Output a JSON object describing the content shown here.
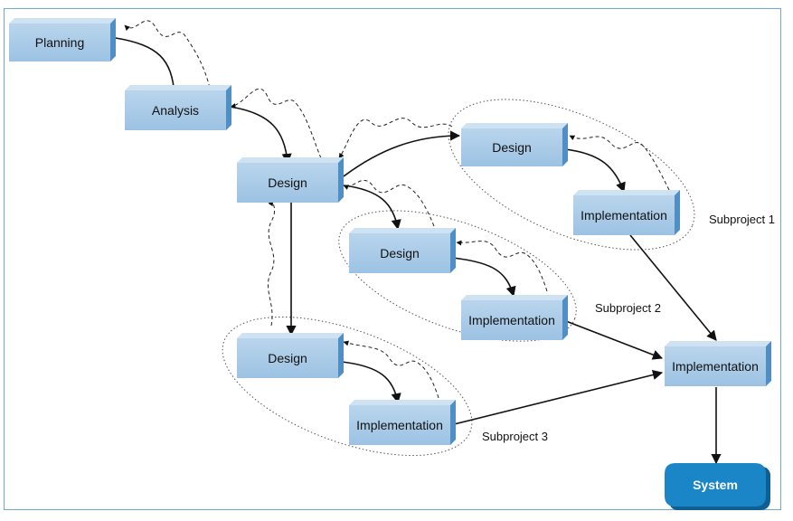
{
  "diagram": {
    "nodes": [
      {
        "id": "planning",
        "label": "Planning"
      },
      {
        "id": "analysis",
        "label": "Analysis"
      },
      {
        "id": "design-main",
        "label": "Design"
      },
      {
        "id": "design-sub1",
        "label": "Design"
      },
      {
        "id": "impl-sub1",
        "label": "Implementation"
      },
      {
        "id": "design-sub2",
        "label": "Design"
      },
      {
        "id": "impl-sub2",
        "label": "Implementation"
      },
      {
        "id": "design-sub3",
        "label": "Design"
      },
      {
        "id": "impl-sub3",
        "label": "Implementation"
      },
      {
        "id": "impl-final",
        "label": "Implementation"
      },
      {
        "id": "system",
        "label": "System"
      }
    ],
    "subprojects": [
      {
        "label": "Subproject 1"
      },
      {
        "label": "Subproject 2"
      },
      {
        "label": "Subproject 3"
      }
    ],
    "colors": {
      "box_front": "#a9cbe6",
      "box_top": "#cfe2f2",
      "box_side": "#4f8fc6",
      "system_fill": "#1a86c7",
      "frame": "#6fa9cf"
    }
  }
}
